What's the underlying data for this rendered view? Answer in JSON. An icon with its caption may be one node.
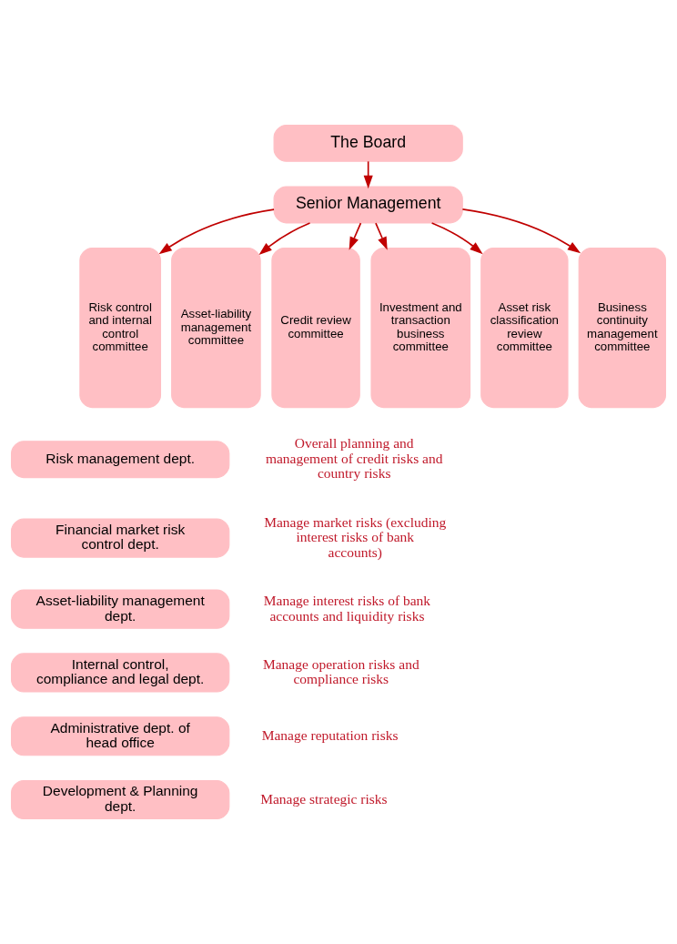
{
  "diagram": {
    "nodes": [
      {
        "text": [
          "The Board"
        ]
      },
      {
        "text": [
          "Senior Management"
        ]
      },
      {
        "text": [
          "Risk control and internal control committee"
        ]
      },
      {
        "text": [
          "Asset-liability management committee"
        ]
      },
      {
        "text": [
          "Credit review committee"
        ]
      },
      {
        "text": [
          "Investment and transaction business committee"
        ]
      },
      {
        "text": [
          "Asset risk classification review committee"
        ]
      },
      {
        "text": [
          "Business continuity management committee"
        ]
      },
      {
        "text": [
          "Risk management dept."
        ],
        "beside": [
          "Overall planning and management of credit risks and country risks"
        ]
      },
      {
        "text": [
          "Financial market risk control dept."
        ],
        "beside": [
          "Manage market risks (excluding interest risks of bank accounts)"
        ]
      },
      {
        "text": [
          "Asset-liability management dept."
        ],
        "beside": [
          "Manage interest risks of bank accounts and liquidity risks"
        ]
      },
      {
        "text": [
          "Internal control, compliance and legal dept."
        ],
        "beside": [
          "Manage operation risks and compliance risks"
        ]
      },
      {
        "text": [
          "Administrative dept. of head office"
        ],
        "beside": [
          "Manage reputation risks"
        ]
      },
      {
        "text": [
          "Development & Planning dept."
        ],
        "beside": [
          "Manage strategic risks"
        ]
      }
    ],
    "edges": [
      {
        "from": 0,
        "to": 1,
        "arrow": "to"
      },
      {
        "from": 1,
        "to": 2,
        "arrow": "to"
      },
      {
        "from": 1,
        "to": 3,
        "arrow": "to"
      },
      {
        "from": 1,
        "to": 4,
        "arrow": "to"
      },
      {
        "from": 1,
        "to": 5,
        "arrow": "to"
      },
      {
        "from": 1,
        "to": 6,
        "arrow": "to"
      },
      {
        "from": 1,
        "to": 7,
        "arrow": "to"
      }
    ]
  }
}
